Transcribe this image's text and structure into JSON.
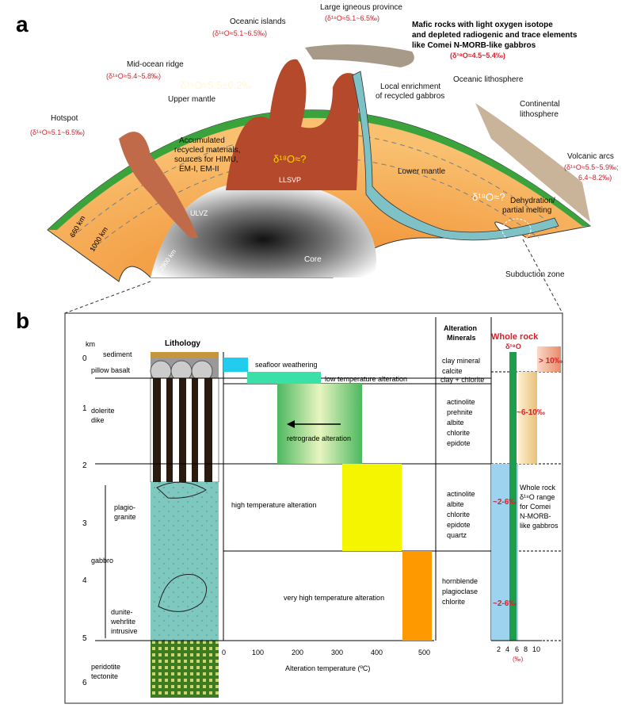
{
  "panel_a": {
    "letter": "a",
    "hotspot": "Hotspot",
    "hotspot_val": "(δ¹⁸O≈5.1~6.5‰)",
    "mor": "Mid-ocean ridge",
    "mor_val": "(δ¹⁸O≈5.4~5.8‰)",
    "oi": "Oceanic islands",
    "oi_val": "(δ¹⁸O≈5.1~6.5‰)",
    "lip": "Large igneous province",
    "lip_val": "(δ¹⁸O≈5.1~6.5‰)",
    "mafic_1": "Mafic rocks with light oxygen isotope",
    "mafic_2": "and depleted radiogenic and trace elements",
    "mafic_3": "like Comei N-MORB-like gabbros",
    "mafic_val": "(δ¹⁸O≈4.5~5.4‰)",
    "local_1": "Local enrichment",
    "local_2": "of recycled gabbros",
    "ocean_lith": "Oceanic lithosphere",
    "cont_1": "Continental",
    "cont_2": "lithosphere",
    "upper_delta": "δ¹⁸O≈5.5±0.2‰",
    "upper_mantle": "Upper mantle",
    "acc_1": "Accumulated",
    "acc_2": "recycled materials,",
    "acc_3": "sources for HIMU,",
    "acc_4": "EM-I, EM-II",
    "llsvp_delta": "δ¹⁸O≈?",
    "llsvp": "LLSVP",
    "lower_mantle": "Lower mantle",
    "lower_delta": "δ¹⁸O≈?",
    "ulvz": "ULVZ",
    "core": "Core",
    "d660": "660 km",
    "d1000": "1000 km",
    "d2900": "2900 km",
    "va": "Volcanic arcs",
    "va_v1": "(δ¹⁸O≈5.5~5.9‰;",
    "va_v2": "6.4~8.2‰)",
    "dehyd_1": "Dehydration/",
    "dehyd_2": "partial melting",
    "subzone": "Subduction zone"
  },
  "panel_b": {
    "letter": "b",
    "km": "km",
    "lithology": "Lithology",
    "sediment": "sediment",
    "pillow": "pillow basalt",
    "dolerite_1": "dolerite",
    "dolerite_2": "dike",
    "plagio_1": "plagio-",
    "plagio_2": "granite",
    "gabbro": "gabbro",
    "dunite_1": "dunite-",
    "dunite_2": "wehrlite",
    "dunite_3": "intrusive",
    "perid_1": "peridotite",
    "perid_2": "tectonite",
    "depth_ticks": [
      "0",
      "1",
      "2",
      "3",
      "4",
      "5",
      "6"
    ],
    "alt_min_1": "Alteration",
    "alt_min_2": "Minerals",
    "wr_title": "Whole rock",
    "wr_sub": "δ¹⁸O",
    "seafloor": "seafloor weathering",
    "lowT": "low temperature alteration",
    "retro": "retrograde alteration",
    "highT": "high temperature alteration",
    "vhighT": "very high temperature alteration",
    "min_r1_1": "clay mineral",
    "min_r1_2": "calcite",
    "min_r2": "clay + chlorite",
    "min_r3": [
      "actinolite",
      "prehnite",
      "albite",
      "chlorite",
      "epidote"
    ],
    "min_r4": [
      "actinolite",
      "albite",
      "chlorite",
      "epidote",
      "quartz"
    ],
    "min_r5": [
      "hornblende",
      "plagioclase",
      "chlorite"
    ],
    "val_gt10": "> 10‰",
    "val_6_10": "~6-10‰",
    "val_2_6a": "~2-6‰",
    "val_2_6b": "~2-6‰",
    "wr_note": [
      "Whole rock",
      "δ¹⁸O range",
      "for Comei",
      "N-MORB-",
      "like gabbros"
    ],
    "xticks_t": [
      "0",
      "100",
      "200",
      "300",
      "400",
      "500"
    ],
    "xlabel_t": "Alteration temperature (ºC)",
    "xticks_o": [
      "2",
      "4",
      "6",
      "8",
      "10"
    ],
    "xunit_o": "(‰)"
  },
  "colors": {
    "mantle": "#f5a94a",
    "crust_green": "#3aa33c",
    "plume": "#b5492b",
    "core_dark": "#222222",
    "seafloor_cyan": "#22ccee",
    "lowT_green": "#3be0a8",
    "highT_yellow": "#f5f500",
    "vhighT_orange": "#ff9900",
    "wr_green": "#1e9e4a",
    "wr_blue": "#9ed3ef",
    "red_text": "#d8202a"
  }
}
